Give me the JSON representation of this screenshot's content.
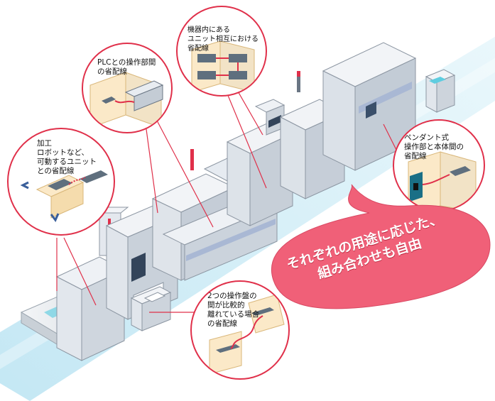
{
  "callouts": {
    "robot": "加工\nロボットなど、\n可動するユニット\nとの省配線",
    "plc": "PLCとの操作部間\nの省配線",
    "internal": "機器内にある\nユニット相互における\n省配線",
    "pendant": "ペンダント式\n操作部と本体間の\n省配線",
    "distant": "2つの操作盤の\n間が比較的\n離れている場合\nの省配線"
  },
  "bubble": "それぞれの用途に応じた、\n組み合わせも自由",
  "colors": {
    "accent_red": "#e0304a",
    "bubble_pink": "#f06078",
    "floor_blue": "#c5eaf5",
    "machine_gray": "#dfe3ea"
  }
}
